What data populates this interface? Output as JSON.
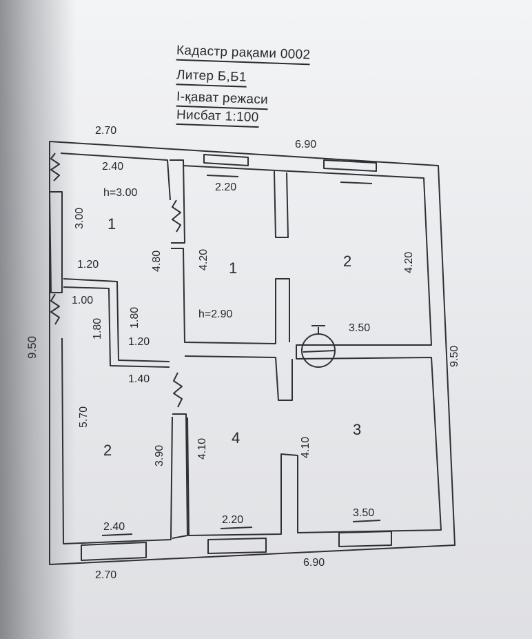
{
  "header": {
    "cadastre": "Кадастр рақами 0002",
    "liter": "Литер Б,Б1",
    "floor": "I-қават режаси",
    "scale": "Нисбат 1:100"
  },
  "dimensions": {
    "top_left_width": "2.70",
    "top_right_width": "6.90",
    "bottom_left_width": "2.70",
    "bottom_right_width": "6.90",
    "left_height": "9.50",
    "right_height": "9.50",
    "room_b1_width": "2.40",
    "room_b1_height": "3.00",
    "room_b1_ceiling": "h=3.00",
    "corridor_width_top": "1.20",
    "corridor_width_bottom": "1.00",
    "corridor_len_left": "1.80",
    "corridor_len_right": "1.80",
    "corridor_step": "1.20",
    "corridor_tail": "1.40",
    "wall_segment_left": "4.80",
    "room_b2_height": "5.70",
    "wall_segment_lower": "3.90",
    "room_b2_window": "2.40",
    "room_1_width": "2.20",
    "room_1_height": "4.20",
    "room_1_ceiling": "h=2.90",
    "room_2_height": "4.20",
    "room_2_width": "3.50",
    "room_4_height": "4.10",
    "room_4_window": "2.20",
    "room_3_height": "4.10",
    "room_3_window": "3.50"
  },
  "rooms": {
    "b1_room1": "1",
    "b1_room2": "2",
    "b_room1": "1",
    "b_room2": "2",
    "b_room3": "3",
    "b_room4": "4"
  },
  "colors": {
    "ink": "#26282c",
    "paper": "#eef0f2"
  }
}
